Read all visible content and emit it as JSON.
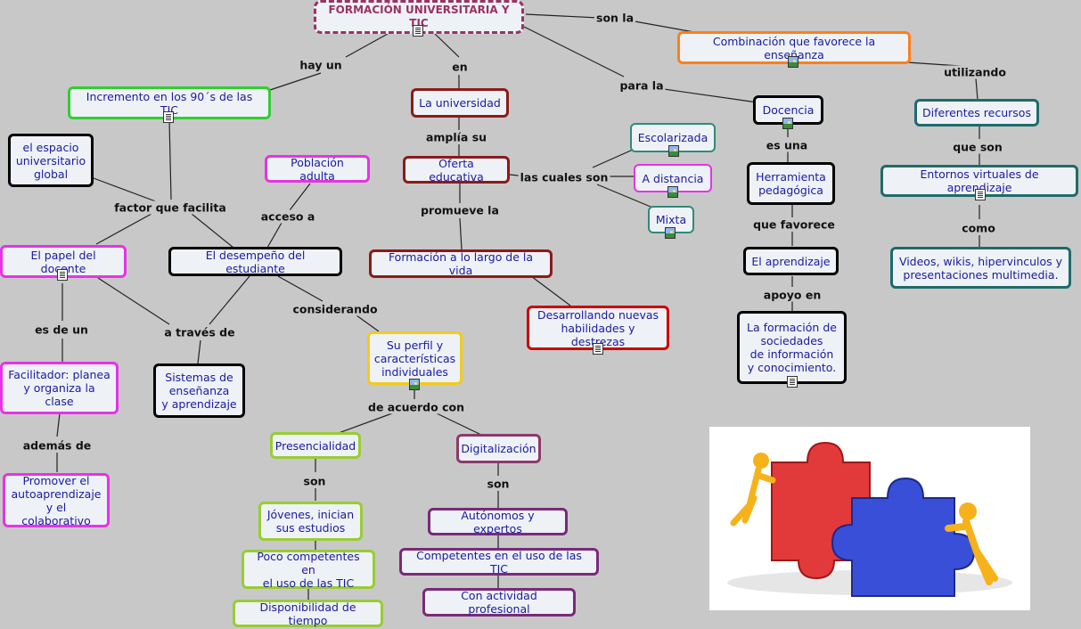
{
  "title": "FORMACIÓN UNIVERSITARIA Y TIC",
  "nodes": {
    "combinacion": "Combinación que favorece la enseñanza",
    "incremento": "Incremento en los 90´s de las TIC",
    "universidad": "La universidad",
    "docencia": "Docencia",
    "recursos": "Diferentes recursos",
    "escolarizada": "Escolarizada",
    "distancia": "A distancia",
    "mixta": "Mixta",
    "espacio": "el espacio\nuniversitario\nglobal",
    "poblacion": "Población adulta",
    "oferta": "Oferta educativa",
    "herramienta": "Herramienta\npedagógica",
    "entornos": "Entornos virtuales de aprendizaje",
    "papel": "El papel del docente",
    "desempeno": "El desempeño del estudiante",
    "formacion_vida": "Formación a lo largo de la vida",
    "aprendizaje": "El aprendizaje",
    "videos": "Videos, wikis, hipervinculos y\npresentaciones multimedia.",
    "desarrollando": "Desarrollando nuevas\nhabilidades y destrezas",
    "sociedades": "La formación de\nsociedades\nde información\ny conocimiento.",
    "perfil": "Su perfil y\ncaracterísticas\nindividuales",
    "facilitador": "Facilitador: planea\ny organiza la\nclase",
    "sistemas": "Sistemas de\nenseñanza\ny aprendizaje",
    "presencialidad": "Presencialidad",
    "digitalizacion": "Digitalización",
    "promover": "Promover el\nautoaprendizaje\ny el colaborativo",
    "jovenes": "Jóvenes, inician\nsus estudios",
    "autonomos": "Autónomos y expertos",
    "poco": "Poco competentes en\nel uso de las TIC",
    "competentes": "Competentes en el uso de las TIC",
    "disponibilidad": "Disponibilidad de tiempo",
    "actividad": "Con actividad profesional"
  },
  "labels": {
    "son_la": "son la",
    "hay_un": "hay un",
    "en": "en",
    "para_la": "para la",
    "utilizando": "utilizando",
    "amplia_su": "amplía su",
    "las_cuales_son": "las cuales son",
    "es_una": "es una",
    "que_son": "que son",
    "factor": "factor que facilita",
    "acceso": "acceso a",
    "promueve": "promueve la",
    "que_favorece": "que favorece",
    "como": "como",
    "apoyo": "apoyo en",
    "considerando": "considerando",
    "es_de_un": "es de un",
    "a_traves": "a través de",
    "de_acuerdo": "de acuerdo con",
    "ademas": "además de",
    "son1": "son",
    "son2": "son"
  },
  "icons": [
    "doc-icon",
    "image-icon"
  ],
  "colors": {
    "background": "#c8c8c8",
    "title_border": "#993366",
    "orange": "#ff7f1a",
    "green": "#33cc33",
    "darkred": "#8b1a1a",
    "teal": "#2e8b7a",
    "magenta": "#e633e6",
    "black": "#000000",
    "red": "#cc0000",
    "yellow": "#f2cc1a",
    "lightgreen": "#99cc33",
    "purple": "#7a2a7a",
    "mauve": "#8b3a6a",
    "text": "#1a1a9e"
  }
}
